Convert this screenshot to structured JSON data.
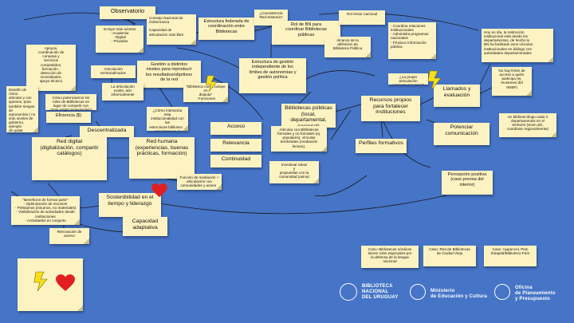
{
  "notes": {
    "observatorio": "Observatorio",
    "consejo": "Consejo Nacional de\nGobernanza\n\nCapacidad de\narticulación más libre",
    "estructura_federada": "Estructura federada de\ncoordinación entre\nBibliotecas",
    "coexistencia": "¿Coexistencia\nRed-Sistema?",
    "rol_bn": "Rol de BN para\ncoordinar Bibliotecas\npúblicas",
    "rol_rector": "Rol rector nacional",
    "actores": "Incluye más actores\n- Academia\n- Digital\n- Privados",
    "coordina": "- Coordina relaciones\ninstitucionales\n- Administra programas\nnacionales\n- Produce información\npública",
    "alcance": "Alcance de la\ndefinición de\nBiblioteca Pública",
    "apoyos": "Apoyos,\ncoordinación de\ncompras y\nservicios\ncompartidos,\nformación ,\ndetección de\nnecesidades,\napoyo técnico",
    "articulacion_territorial": "Articulación\nterritorial/nodos",
    "gestion_niveles": "Gestión a distintos\nniveles para reproducir\nlos resultados/objetivos\nde la red",
    "estructura_independiente": "Estructura de gestión\nindependiente de los\nlímites de autonomías y\ngestión política",
    "propia_articulacion": "¿La propia articulación\nconsume recursos?",
    "hoy_dia": "Hoy en día, la restricción\ninstitucional está desde los\ndepartamentos, de hecho la\nBN ha facilitado esos vínculos\ninstitucionales en diálogo con\nautoridades departamentales",
    "articulacion_existe": "La articulación\nexiste, aún\ninformalmente",
    "biblioteca_como": "\"Biblioteca como campo en\ndisputa\"\n- Funciones\n- atribuciones",
    "desafio": "Desafío de cómo\narticular y con\nquienes, para\ntambién riesgos de\nautonomías ( no\nsólo niveles de\ngobierno, ejemplo\nde quitar carácter\npopular de una\nBiblioteca)",
    "potencialidades": "Cómo potenciamos los\nroles de Bibliotecas en\nlugar de competir  con\notras instituciones/redes?",
    "bibliotecas_publicas": "Bibliotecas públicas\n(local, departamental,\nnacional)",
    "recursos_propios": "Recursos propios\npara fortalecer\ninstituciones",
    "llamados": "Llamados y\nevaluación",
    "limite_acceso": "No hay límite de\nacceso a quién\nparticipa (ej.\nreuniones del\nSNBP)",
    "eficiencia": "Eficiencia ($)",
    "interactua": "¿Cómo interactúa esta\ninstitucionalidad con las\nestructuras bibliotecas\npopulares en el\nterritorio?",
    "descentralizada": "Descentralizada",
    "acceso": "Acceso",
    "articular_formales": "Articular con Bibliotecas\nformales y no formales (ej.\npopulares), vínculos\nterritoriales (mediación\nlectora).",
    "potenciar": "Potenciar\ncomunicación",
    "bibliotecologo": "Un bibliotecólogo cada X\ndepartamentos en el\nterritorio (viven ahí,\ncoordinan regionalmente)",
    "red_digital": "Red digital\n(digitalización, compartir\ncatálogos)",
    "red_humana": "Red humana\n(experiencias, buenas\nprácticas, formación)",
    "relevancia": "Relevancia",
    "perfiles": "Perfiles formativos",
    "continuidad": "Continuidad",
    "incentivar": "Incentivar ideas\ny\npropuestas con la\ncomunidad (usina)",
    "funcion_mediacion": "Función de mediación +\narticulación con\ncomunidades y actores",
    "percepcion": "Percepción positiva\n(caso prensa del\ninterior)",
    "beneficios": "\"Beneficios de formar parte\"\n- Optimización de recursos\n- Préstamos (insumos, no materiales)\n- Visibilización de actividades desde\ninstituciones\n- Actividades en conjunto",
    "sostenibilidad": "Sostenibilidad en el\ntiempo y liderazgo",
    "capacidad_adaptativa": "Capacidad\nadaptativa",
    "renovacion": "Renovación de\nacervo",
    "caso_nordicas": "Caso: Bibliotecas nórdicas\ntienen roles especiales por\nla defensa de la lengua\nnacional",
    "caso_ciudad_vieja": "Caso: Red de Bibliotecas\nde Ciudad Vieja",
    "caso_ajupencel": "Caso: Ajupencel, Plan\nIbirapitá/Biblioteca País"
  },
  "logos": {
    "bn": "BIBLIOTECA\nNACIONAL\nDEL URUGUAY",
    "mec": "Ministerio\nde Educación y Cultura",
    "opp": "Oficina\nde Planeamiento\ny Presupuesto"
  },
  "colors": {
    "background": "#4674c6",
    "note": "#fdf3c2",
    "heart": "#e02020",
    "bolt": "#f7e01a",
    "link": "#1a1a1a"
  }
}
